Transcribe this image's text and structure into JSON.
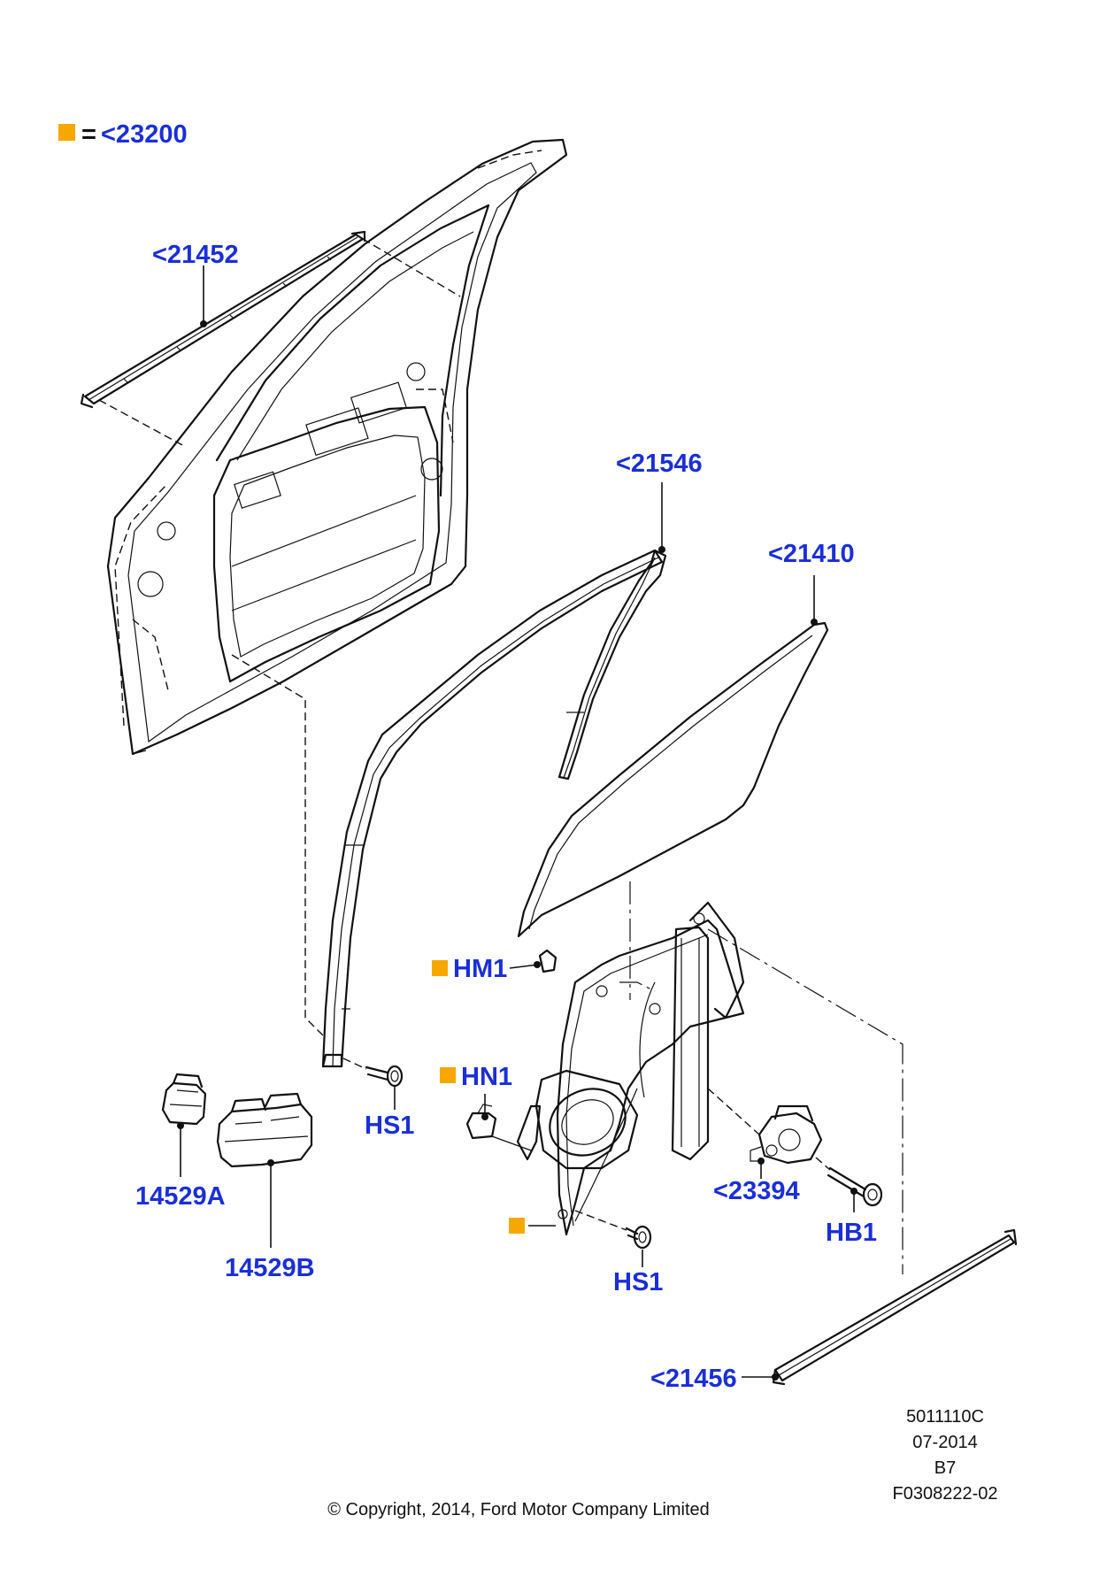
{
  "legend": {
    "equals": "=",
    "code": "<23200",
    "marker_color": "#f7a800"
  },
  "colors": {
    "callout": "#1a2fd6",
    "marker": "#f7a800",
    "line": "#111111"
  },
  "callouts": {
    "c21452": "<21452",
    "c21546": "<21546",
    "c21410": "<21410",
    "hm1": "HM1",
    "hn1": "HN1",
    "hs1_upper": "HS1",
    "hs1_lower": "HS1",
    "c23394": "<23394",
    "hb1": "HB1",
    "c14529a": "14529A",
    "c14529b": "14529B",
    "c21456": "<21456"
  },
  "info": {
    "line1": "5011110C",
    "line2": "07-2014",
    "line3": "B7",
    "line4": "F0308222-02"
  },
  "copyright": "© Copyright, 2014, Ford Motor Company Limited"
}
